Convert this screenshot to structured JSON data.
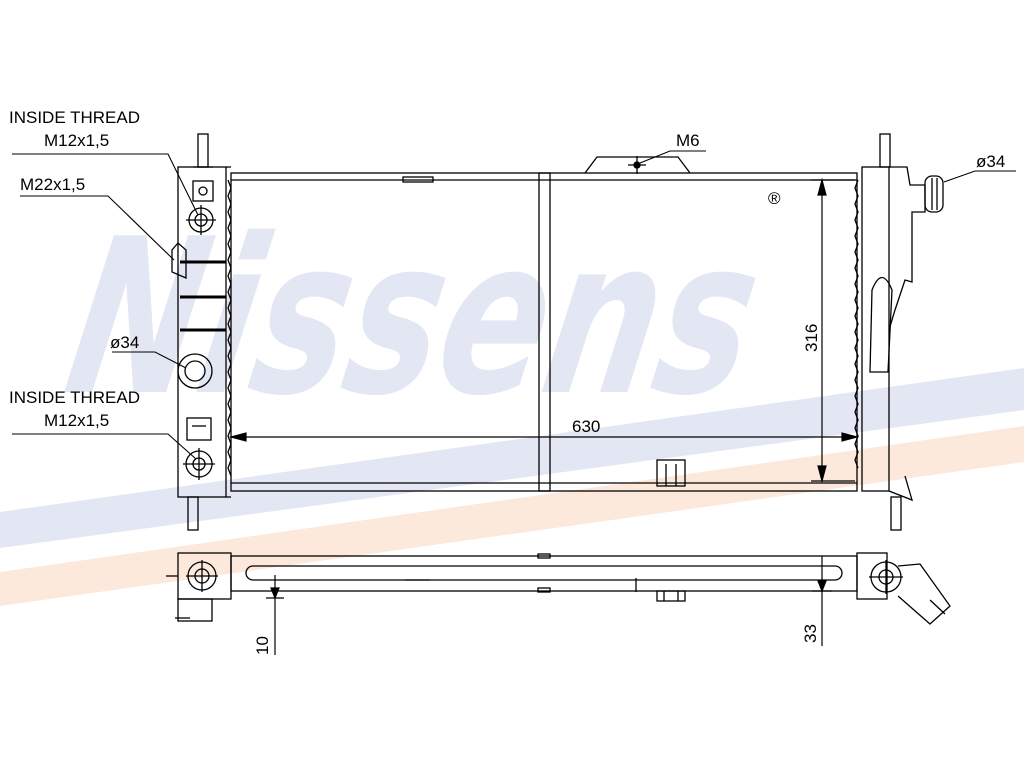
{
  "watermark": {
    "brand": "Nissens",
    "mark": "®",
    "color": "#e3e6f3",
    "stripe_color": "#fde9dc"
  },
  "labels": {
    "thread_top_line1": "INSIDE THREAD",
    "thread_top_line2": "M12x1,5",
    "m22": "M22x1,5",
    "dia_left": "ø34",
    "thread_bottom_line1": "INSIDE THREAD",
    "thread_bottom_line2": "M12x1,5",
    "m6": "M6",
    "dia_right": "ø34"
  },
  "dimensions": {
    "width": "630",
    "height": "316",
    "offset_left": "10",
    "depth": "33"
  }
}
